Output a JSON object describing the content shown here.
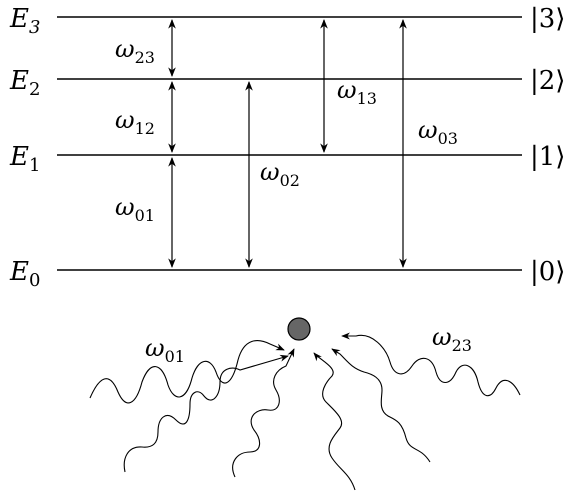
{
  "levels": [
    {
      "id": "E3",
      "symbol": "E",
      "sub": "3",
      "ket": "|3⟩"
    },
    {
      "id": "E2",
      "symbol": "E",
      "sub": "2",
      "ket": "|2⟩"
    },
    {
      "id": "E1",
      "symbol": "E",
      "sub": "1",
      "ket": "|1⟩"
    },
    {
      "id": "E0",
      "symbol": "E",
      "sub": "0",
      "ket": "|0⟩"
    }
  ],
  "transitions": [
    {
      "id": "w23",
      "symbol": "ω",
      "sub": "23",
      "from": "E2",
      "to": "E3"
    },
    {
      "id": "w12",
      "symbol": "ω",
      "sub": "12",
      "from": "E1",
      "to": "E2"
    },
    {
      "id": "w01",
      "symbol": "ω",
      "sub": "01",
      "from": "E0",
      "to": "E1"
    },
    {
      "id": "w02",
      "symbol": "ω",
      "sub": "02",
      "from": "E0",
      "to": "E2"
    },
    {
      "id": "w13",
      "symbol": "ω",
      "sub": "13",
      "from": "E1",
      "to": "E3"
    },
    {
      "id": "w03",
      "symbol": "ω",
      "sub": "03",
      "from": "E0",
      "to": "E3"
    }
  ],
  "photons": [
    {
      "id": "left",
      "symbol": "ω",
      "sub": "01"
    },
    {
      "id": "right",
      "symbol": "ω",
      "sub": "23"
    }
  ],
  "colors": {
    "line": "#000000",
    "atom": "#666666"
  }
}
